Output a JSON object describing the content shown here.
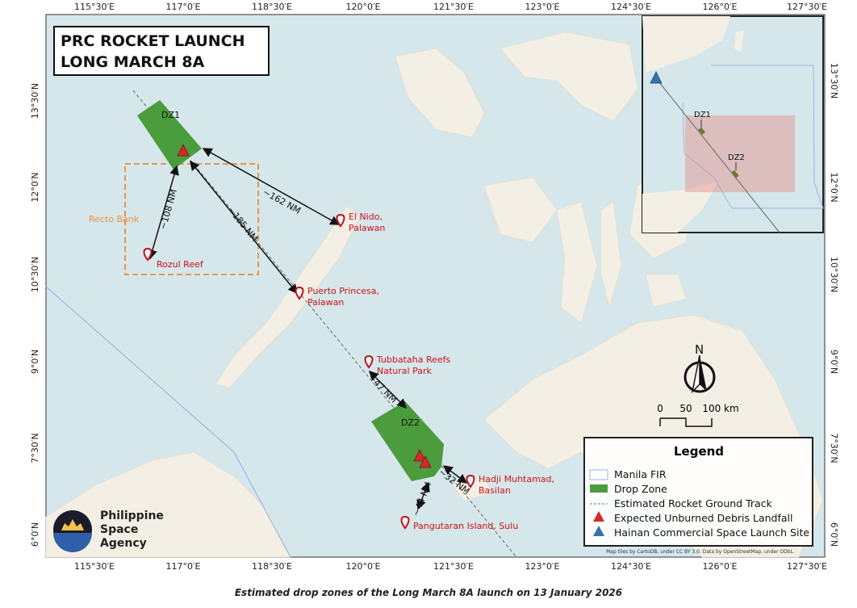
{
  "title": {
    "line1": "PRC ROCKET LAUNCH",
    "line2": "LONG MARCH 8A"
  },
  "axes": {
    "top": [
      "115°30′E",
      "117°0′E",
      "118°30′E",
      "120°0′E",
      "121°30′E",
      "123°0′E",
      "124°30′E",
      "126°0′E",
      "127°30′E"
    ],
    "left": [
      "13°30′N",
      "12°0′N",
      "10°30′N",
      "9°0′N",
      "7°30′N",
      "6°0′N"
    ]
  },
  "zones": {
    "dz1": "DZ1",
    "dz2": "DZ2"
  },
  "areas": {
    "recto_bank": "Recto Bank"
  },
  "places": [
    {
      "line1": "Rozul Reef",
      "line2": ""
    },
    {
      "line1": "El Nido,",
      "line2": "Palawan"
    },
    {
      "line1": "Puerto Princesa,",
      "line2": "Palawan"
    },
    {
      "line1": "Tubbataha Reefs",
      "line2": "Natural Park"
    },
    {
      "line1": "Hadji Muhtamad,",
      "line2": "Basilan"
    },
    {
      "line1": "Pangutaran Island, Sulu",
      "line2": ""
    }
  ],
  "distances": [
    "~108 NM",
    "~162 NM",
    "~185 NM",
    "~47 NM",
    "~44 NM",
    "~32 NM"
  ],
  "scalebar": {
    "labels": [
      "0",
      "50",
      "100 km"
    ]
  },
  "north_label": "N",
  "legend": {
    "title": "Legend",
    "items": [
      {
        "label": "Manila FIR",
        "symbol": "outline-box",
        "color": "#9fb3e6"
      },
      {
        "label": "Drop Zone",
        "symbol": "filled-box",
        "color": "#4a9c3c"
      },
      {
        "label": "Estimated Rocket Ground Track",
        "symbol": "dashed-line",
        "color": "#777777"
      },
      {
        "label": "Expected Unburned Debris Landfall",
        "symbol": "triangle",
        "color": "#d42a2a"
      },
      {
        "label": "Hainan Commercial Space Launch Site",
        "symbol": "triangle",
        "color": "#3a6fb0"
      }
    ]
  },
  "attribution": "Map tiles by CartoDB, under CC BY 3.0. Data by OpenStreetMap, under ODbL.",
  "inset": {
    "dz1": "DZ1",
    "dz2": "DZ2"
  },
  "logo": {
    "line1": "Philippine",
    "line2": "Space",
    "line3": "Agency"
  },
  "caption": "Estimated drop zones of the Long March 8A launch on 13 January 2026",
  "colors": {
    "sea": "#d5e7ea",
    "land": "#f4efe4",
    "drop_zone": "#4a9c3c",
    "debris": "#d42a2a",
    "launch_site": "#3a6fb0",
    "recto": "#e8954a"
  }
}
